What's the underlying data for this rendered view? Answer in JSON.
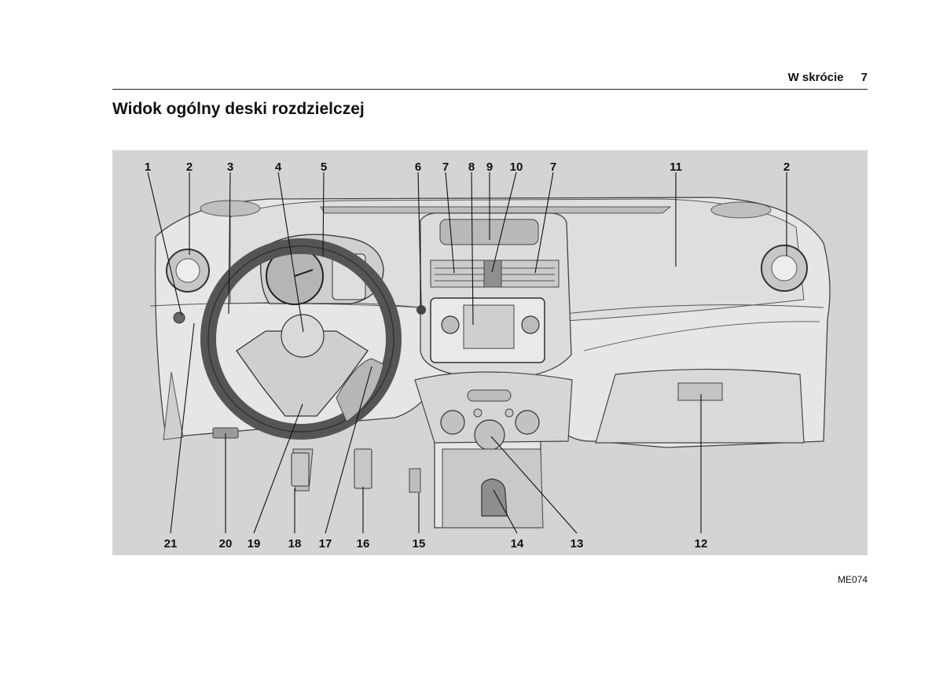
{
  "header": {
    "section": "W skrócie",
    "page_number": "7"
  },
  "title": "Widok ogólny deski rozdzielczej",
  "figure": {
    "code": "ME074",
    "callouts_top": [
      "1",
      "2",
      "3",
      "4",
      "5",
      "6",
      "7",
      "8",
      "9",
      "10",
      "7",
      "11",
      "2"
    ],
    "callouts_bottom": [
      "21",
      "20",
      "19",
      "18",
      "17",
      "16",
      "15",
      "14",
      "13",
      "12"
    ]
  }
}
